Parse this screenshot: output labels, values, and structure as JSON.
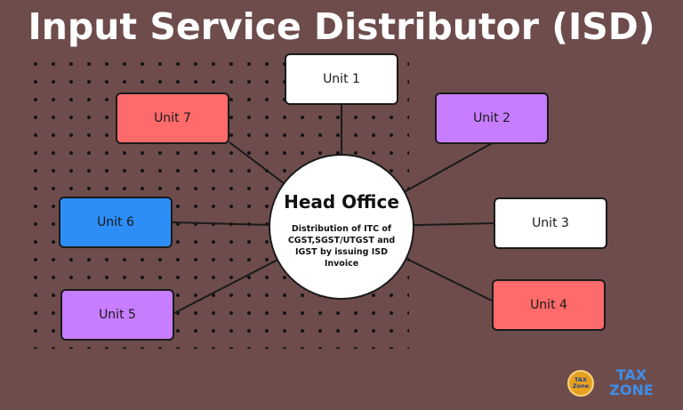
{
  "title": "Input Service Distributor (ISD)",
  "hub": {
    "title": "Head Office",
    "description": "Distribution of ITC of CGST,SGST/UTGST and IGST by issuing ISD Invoice"
  },
  "units": [
    {
      "id": "unit-1",
      "label": "Unit 1",
      "color": "#ffffff"
    },
    {
      "id": "unit-2",
      "label": "Unit 2",
      "color": "#c77dff"
    },
    {
      "id": "unit-3",
      "label": "Unit 3",
      "color": "#ffffff"
    },
    {
      "id": "unit-4",
      "label": "Unit 4",
      "color": "#ff6b6b"
    },
    {
      "id": "unit-5",
      "label": "Unit 5",
      "color": "#c77dff"
    },
    {
      "id": "unit-6",
      "label": "Unit 6",
      "color": "#2d8ef7"
    },
    {
      "id": "unit-7",
      "label": "Unit 7",
      "color": "#ff6b6b"
    }
  ],
  "logo": {
    "badge_top": "TAX",
    "badge_bottom": "Zone",
    "word_top": "TAX",
    "word_bottom": "ZONE"
  },
  "colors": {
    "background": "#6e4c4c",
    "dots": "#121212",
    "lines": "#1a1a1a"
  }
}
